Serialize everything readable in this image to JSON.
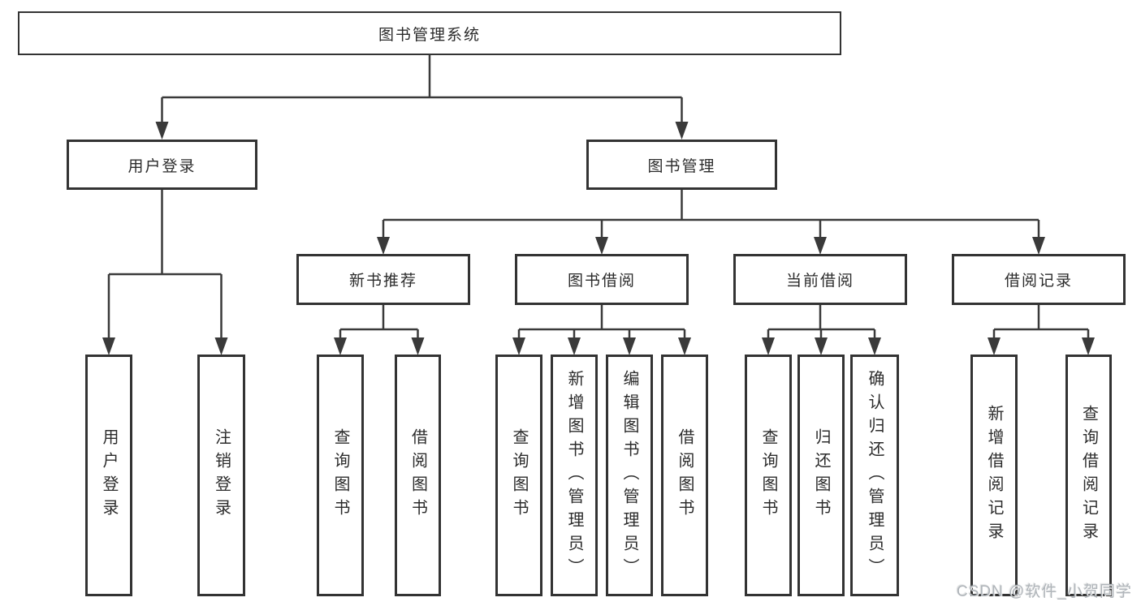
{
  "diagram_title": "图书管理系统",
  "tree": {
    "root": {
      "label": "图书管理系统"
    },
    "branches": [
      {
        "label": "用户登录",
        "children": [
          {
            "label": "用户登录"
          },
          {
            "label": "注销登录"
          }
        ]
      },
      {
        "label": "图书管理",
        "children": [
          {
            "label": "新书推荐",
            "children": [
              {
                "label": "查询图书"
              },
              {
                "label": "借阅图书"
              }
            ]
          },
          {
            "label": "图书借阅",
            "children": [
              {
                "label": "查询图书"
              },
              {
                "label": "新增图书（管理员）"
              },
              {
                "label": "编辑图书（管理员）"
              },
              {
                "label": "借阅图书"
              }
            ]
          },
          {
            "label": "当前借阅",
            "children": [
              {
                "label": "查询图书"
              },
              {
                "label": "归还图书"
              },
              {
                "label": "确认归还（管理员）"
              }
            ]
          },
          {
            "label": "借阅记录",
            "children": [
              {
                "label": "新增借阅记录"
              },
              {
                "label": "查询借阅记录"
              }
            ]
          }
        ]
      }
    ]
  },
  "watermark": {
    "text": "CSDN @软件_小贺同学"
  },
  "colors": {
    "line": "#3a3a3a",
    "box_border": "#333333",
    "box_background": "#ffffff",
    "text": "#2b2b2b",
    "watermark": "#b0b5ba",
    "page_background": "#ffffff"
  }
}
